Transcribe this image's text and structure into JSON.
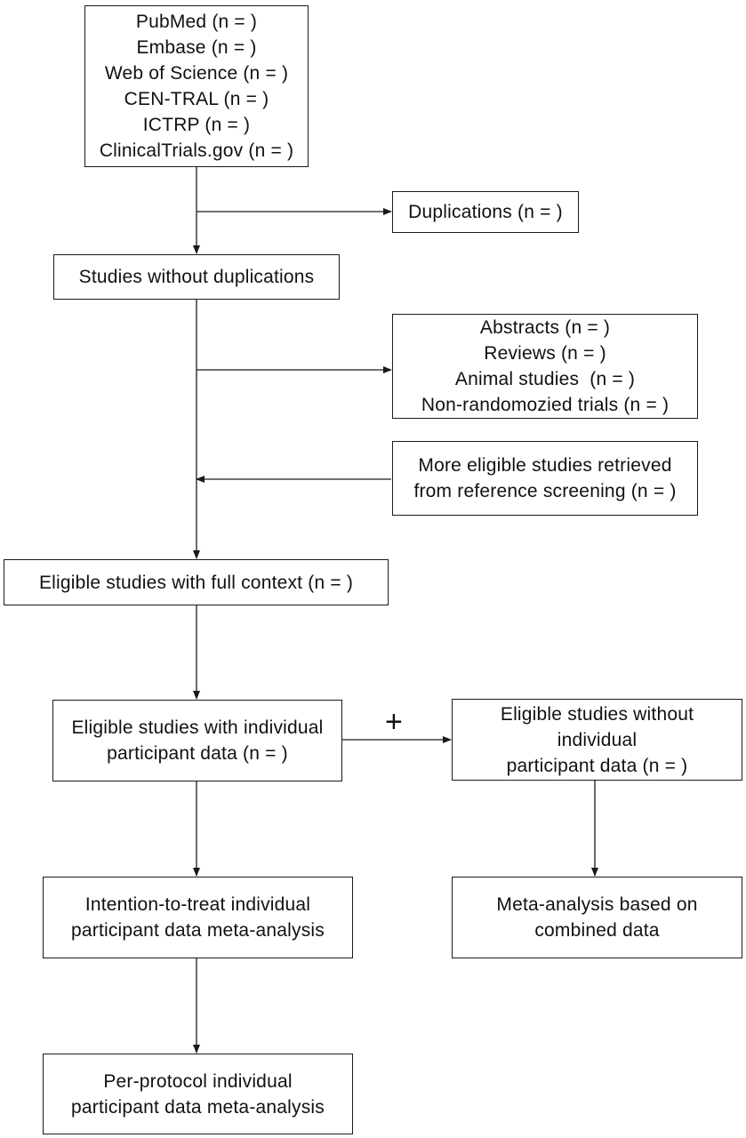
{
  "databases": {
    "lines": [
      "PubMed (n = )",
      "Embase (n = )",
      "Web of Science (n = )",
      "CEN-TRAL (n = )",
      "ICTRP (n = )",
      "ClinicalTrials.gov (n = )"
    ]
  },
  "duplications": {
    "label": "Duplications (n = )"
  },
  "studies_without_duplications": {
    "label": "Studies without duplications"
  },
  "excluded": {
    "lines": [
      "Abstracts (n = )",
      "Reviews (n = )",
      "Animal studies  (n = )",
      "Non-randomozied trials (n = )"
    ]
  },
  "reference_screening": {
    "lines": [
      "More eligible studies retrieved",
      "from reference screening (n = )"
    ]
  },
  "full_context": {
    "label": "Eligible studies with full context (n = )"
  },
  "with_ipd": {
    "lines": [
      "Eligible studies with individual",
      "participant data (n = )"
    ]
  },
  "combine_symbol": "+",
  "without_ipd": {
    "lines": [
      "Eligible studies without",
      "individual",
      "participant data (n = )"
    ]
  },
  "itt_analysis": {
    "lines": [
      "Intention-to-treat individual",
      "participant data meta-analysis"
    ]
  },
  "combined_analysis": {
    "lines": [
      "Meta-analysis based on",
      "combined data"
    ]
  },
  "pp_analysis": {
    "lines": [
      "Per-protocol individual",
      "participant data meta-analysis"
    ]
  }
}
